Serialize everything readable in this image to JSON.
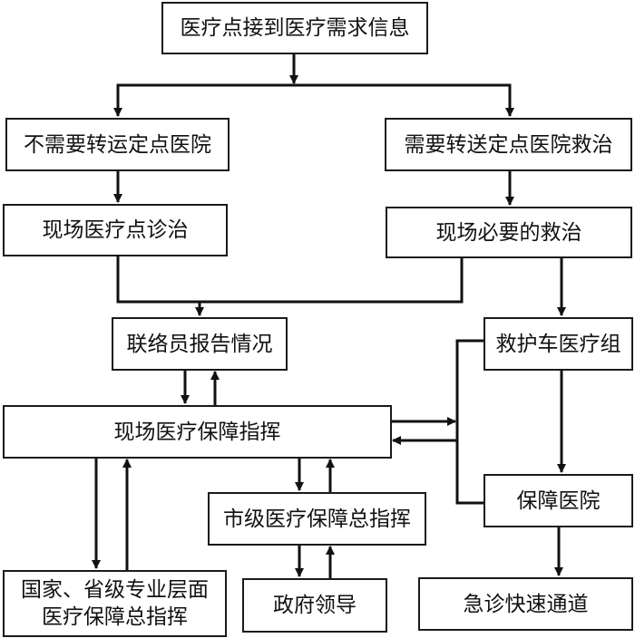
{
  "diagram": {
    "nodes": {
      "receive_info": "医疗点接到医疗需求信息",
      "no_transfer": "不需要转运定点医院",
      "need_transfer": "需要转送定点医院救治",
      "onsite_clinic": "现场医疗点诊治",
      "onsite_rescue": "现场必要的救治",
      "liaison_report": "联络员报告情况",
      "ambulance_team": "救护车医疗组",
      "onsite_command": "现场医疗保障指挥",
      "support_hospital": "保障医院",
      "city_command": "市级医疗保障总指挥",
      "national_command": "国家、省级专业层面\n医疗保障总指挥",
      "government_leaders": "政府领导",
      "emergency_channel": "急诊快速通道"
    },
    "edges": [
      {
        "from": "receive_info",
        "to": "no_transfer",
        "dir": "forward"
      },
      {
        "from": "receive_info",
        "to": "need_transfer",
        "dir": "forward"
      },
      {
        "from": "no_transfer",
        "to": "onsite_clinic",
        "dir": "forward"
      },
      {
        "from": "need_transfer",
        "to": "onsite_rescue",
        "dir": "forward"
      },
      {
        "from": "onsite_clinic",
        "to": "liaison_report",
        "dir": "forward"
      },
      {
        "from": "onsite_rescue",
        "to": "liaison_report",
        "dir": "forward"
      },
      {
        "from": "onsite_rescue",
        "to": "ambulance_team",
        "dir": "forward"
      },
      {
        "from": "liaison_report",
        "to": "onsite_command",
        "dir": "bidirectional"
      },
      {
        "from": "onsite_command",
        "to": "ambulance_team",
        "dir": "bidirectional"
      },
      {
        "from": "onsite_command",
        "to": "support_hospital",
        "dir": "bidirectional"
      },
      {
        "from": "ambulance_team",
        "to": "support_hospital",
        "dir": "forward"
      },
      {
        "from": "onsite_command",
        "to": "national_command",
        "dir": "bidirectional"
      },
      {
        "from": "onsite_command",
        "to": "city_command",
        "dir": "bidirectional"
      },
      {
        "from": "city_command",
        "to": "government_leaders",
        "dir": "bidirectional"
      },
      {
        "from": "support_hospital",
        "to": "emergency_channel",
        "dir": "forward"
      }
    ]
  }
}
